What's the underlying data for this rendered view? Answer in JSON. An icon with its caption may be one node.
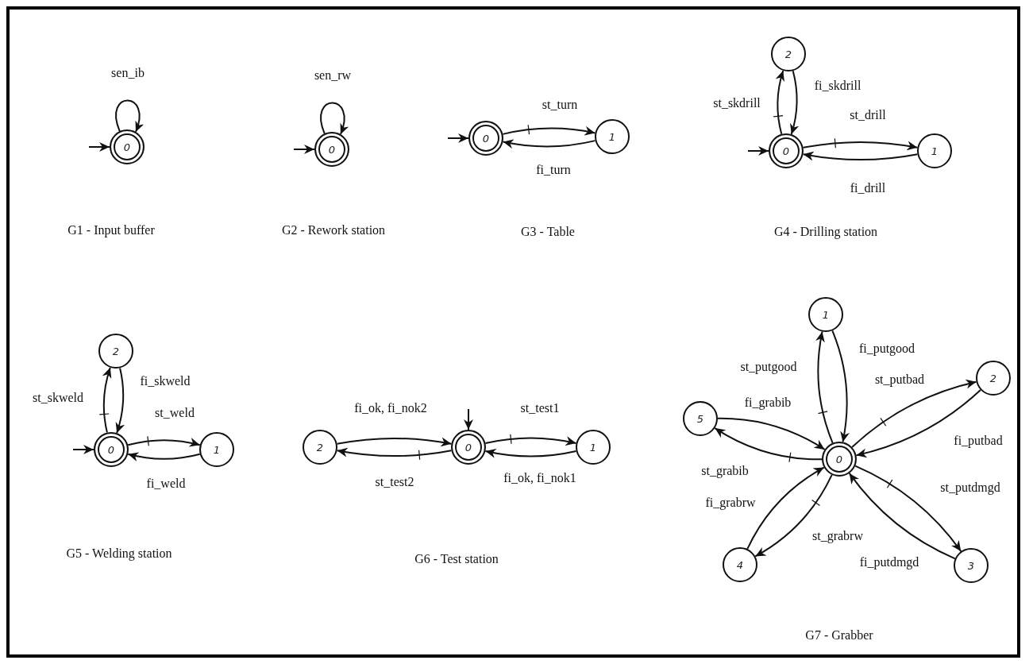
{
  "diagram": {
    "nodes": [
      {
        "text": [
          "0"
        ]
      },
      {
        "text": [
          "0"
        ]
      },
      {
        "text": [
          "0"
        ]
      },
      {
        "text": [
          "1"
        ]
      },
      {
        "text": [
          "2"
        ]
      },
      {
        "text": [
          "0"
        ]
      },
      {
        "text": [
          "1"
        ]
      },
      {
        "text": [
          "2"
        ]
      },
      {
        "text": [
          "0"
        ]
      },
      {
        "text": [
          "1"
        ]
      },
      {
        "text": [
          "2"
        ]
      },
      {
        "text": [
          "0"
        ]
      },
      {
        "text": [
          "1"
        ]
      },
      {
        "text": [
          "1"
        ]
      },
      {
        "text": [
          "2"
        ]
      },
      {
        "text": [
          "5"
        ]
      },
      {
        "text": [
          "0"
        ]
      },
      {
        "text": [
          "4"
        ]
      },
      {
        "text": [
          "3"
        ]
      }
    ],
    "edges": [
      {
        "from": null,
        "to": 0,
        "arrow": "to"
      },
      {
        "from": 0,
        "to": 0,
        "arrow": "to",
        "label": "sen_ib"
      },
      {
        "from": null,
        "to": 1,
        "arrow": "to"
      },
      {
        "from": 1,
        "to": 1,
        "arrow": "to",
        "label": "sen_rw"
      },
      {
        "from": null,
        "to": 2,
        "arrow": "to"
      },
      {
        "from": 2,
        "to": 3,
        "arrow": "to",
        "label": "st_turn"
      },
      {
        "from": 3,
        "to": 2,
        "arrow": "to",
        "label": "fi_turn"
      },
      {
        "from": null,
        "to": 5,
        "arrow": "to"
      },
      {
        "from": 5,
        "to": 4,
        "arrow": "to",
        "label": "st_skdrill"
      },
      {
        "from": 4,
        "to": 5,
        "arrow": "to",
        "label": "fi_skdrill"
      },
      {
        "from": 5,
        "to": 6,
        "arrow": "to",
        "label": "st_drill"
      },
      {
        "from": 6,
        "to": 5,
        "arrow": "to",
        "label": "fi_drill"
      },
      {
        "from": null,
        "to": 8,
        "arrow": "to"
      },
      {
        "from": 8,
        "to": 7,
        "arrow": "to",
        "label": "st_skweld"
      },
      {
        "from": 7,
        "to": 8,
        "arrow": "to",
        "label": "fi_skweld"
      },
      {
        "from": 8,
        "to": 9,
        "arrow": "to",
        "label": "st_weld"
      },
      {
        "from": 9,
        "to": 8,
        "arrow": "to",
        "label": "fi_weld"
      },
      {
        "from": null,
        "to": 11,
        "arrow": "to"
      },
      {
        "from": 10,
        "to": 11,
        "arrow": "to",
        "label": "fi_ok, fi_nok2"
      },
      {
        "from": 11,
        "to": 10,
        "arrow": "to",
        "label": "st_test2"
      },
      {
        "from": 11,
        "to": 12,
        "arrow": "to",
        "label": "st_test1"
      },
      {
        "from": 12,
        "to": 11,
        "arrow": "to",
        "label": "fi_ok, fi_nok1"
      },
      {
        "from": 16,
        "to": 13,
        "arrow": "to",
        "label": "st_putgood"
      },
      {
        "from": 13,
        "to": 16,
        "arrow": "to",
        "label": "fi_putgood"
      },
      {
        "from": 16,
        "to": 14,
        "arrow": "to",
        "label": "st_putbad"
      },
      {
        "from": 14,
        "to": 16,
        "arrow": "to",
        "label": "fi_putbad"
      },
      {
        "from": 15,
        "to": 16,
        "arrow": "to",
        "label": "fi_grabib"
      },
      {
        "from": 16,
        "to": 15,
        "arrow": "to",
        "label": "st_grabib"
      },
      {
        "from": 17,
        "to": 16,
        "arrow": "to",
        "label": "fi_grabrw"
      },
      {
        "from": 16,
        "to": 17,
        "arrow": "to",
        "label": "st_grabrw"
      },
      {
        "from": 16,
        "to": 18,
        "arrow": "to",
        "label": "st_putdmgd"
      },
      {
        "from": 18,
        "to": 16,
        "arrow": "to",
        "label": "fi_putdmgd"
      }
    ],
    "labels": [
      "G1 - Input buffer",
      "G2 - Rework station",
      "G3 - Table",
      "G4 - Drilling station",
      "G5 - Welding station",
      "G6 - Test station",
      "G7 - Grabber"
    ]
  }
}
